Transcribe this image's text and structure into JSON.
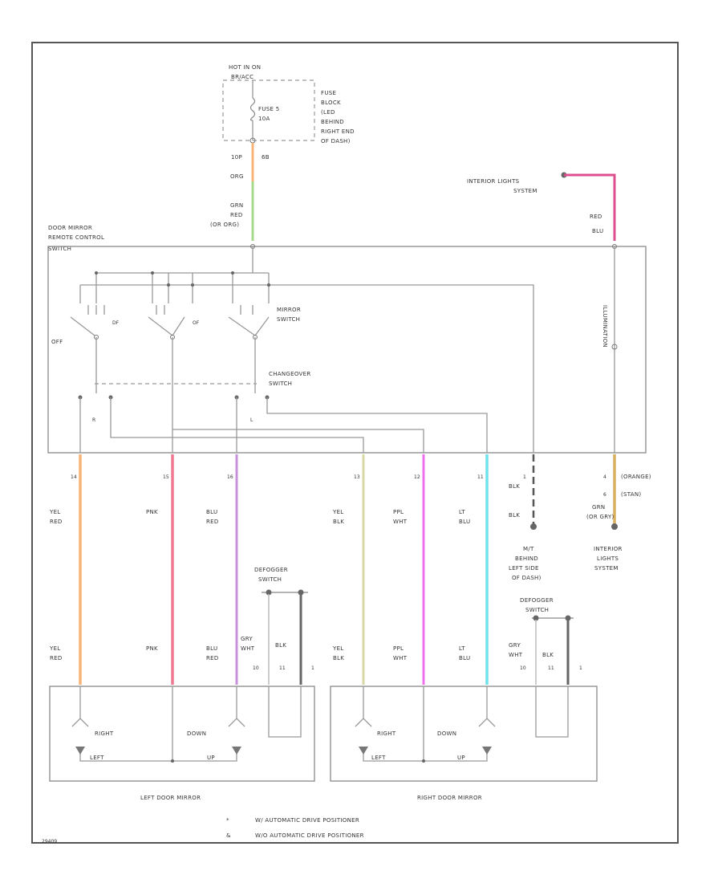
{
  "fuse_block": {
    "hot_in": [
      "HOT IN ON",
      "BR/ACC"
    ],
    "fuse": [
      "FUSE 5",
      "10A"
    ],
    "location": [
      "FUSE",
      "BLOCK",
      "(LED",
      "BEHIND",
      "RIGHT END",
      "OF DASH)"
    ],
    "pins": [
      "10P",
      "6B"
    ],
    "wire_top": "ORG",
    "wire_mid": [
      "GRN",
      "RED",
      "(OR ORG)"
    ]
  },
  "illumination": {
    "source": [
      "INTERIOR LIGHTS",
      "SYSTEM"
    ],
    "wire": [
      "RED",
      "BLU"
    ],
    "label": "ILLUMINATION"
  },
  "switch_unit": {
    "title": [
      "DOOR MIRROR",
      "REMOTE CONTROL",
      "SWITCH"
    ],
    "mirror_switch": [
      "MIRROR",
      "SWITCH"
    ],
    "changeover": [
      "CHANGEOVER",
      "SWITCH"
    ],
    "off": "OFF",
    "pos_labels": [
      "DF",
      "OF",
      "OF"
    ],
    "contact_labels": [
      "R",
      "L"
    ]
  },
  "wires": [
    {
      "pin": "14",
      "color_name": [
        "YEL",
        "RED"
      ],
      "lower": [
        "YEL",
        "RED"
      ],
      "hex": "#f8b478"
    },
    {
      "pin": "15",
      "color_name": [
        "PNK"
      ],
      "lower": [
        "PNK"
      ],
      "hex": "#f07892"
    },
    {
      "pin": "16",
      "color_name": [
        "BLU",
        "RED"
      ],
      "lower": [
        "BLU",
        "RED"
      ],
      "hex": "#c890dc"
    },
    {
      "pin": "13",
      "color_name": [
        "YEL",
        "BLK"
      ],
      "lower": [
        "YEL",
        "BLK"
      ],
      "hex": "#d8d8a6"
    },
    {
      "pin": "12",
      "color_name": [
        "PPL",
        "WHT"
      ],
      "lower": [
        "PPL",
        "WHT"
      ],
      "hex": "#ec70ec"
    },
    {
      "pin": "11",
      "color_name": [
        "LT",
        "BLU"
      ],
      "lower": [
        "LT",
        "BLU"
      ],
      "hex": "#6ee2ee"
    }
  ],
  "ground": {
    "labels": [
      "BLK",
      "BLK"
    ],
    "pins": [
      "1"
    ],
    "location": [
      "M/T",
      "BEHIND",
      "LEFT SIDE",
      "OF DASH)"
    ]
  },
  "interior_right": {
    "labels": [
      "(ORANGE)",
      "(STAN)",
      "GRN",
      "(OR GRY)"
    ],
    "pins": [
      "4",
      "6"
    ],
    "system": [
      "INTERIOR",
      "LIGHTS",
      "SYSTEM"
    ],
    "hex": "#d8b060"
  },
  "defogger": {
    "label": [
      "DEFOGGER",
      "SWITCH"
    ],
    "wires": [
      [
        "GRY",
        "WHT"
      ],
      [
        "BLK"
      ]
    ],
    "pins": [
      "10",
      "11",
      "1"
    ]
  },
  "mirrors": [
    {
      "name": "LEFT DOOR MIRROR",
      "right": "RIGHT",
      "left": "LEFT",
      "down": "DOWN",
      "up": "UP"
    },
    {
      "name": "RIGHT DOOR MIRROR",
      "right": "RIGHT",
      "left": "LEFT",
      "down": "DOWN",
      "up": "UP"
    }
  ],
  "notes": [
    {
      "sym": "*",
      "text": "W/ AUTOMATIC DRIVE POSITIONER"
    },
    {
      "sym": "&",
      "text": "W/O AUTOMATIC DRIVE POSITIONER"
    }
  ],
  "footer_code": "29409",
  "colors": {
    "pink_line": "#dc5090",
    "wire_gray": "#999999",
    "frame": "#555555",
    "black": "#555555"
  }
}
